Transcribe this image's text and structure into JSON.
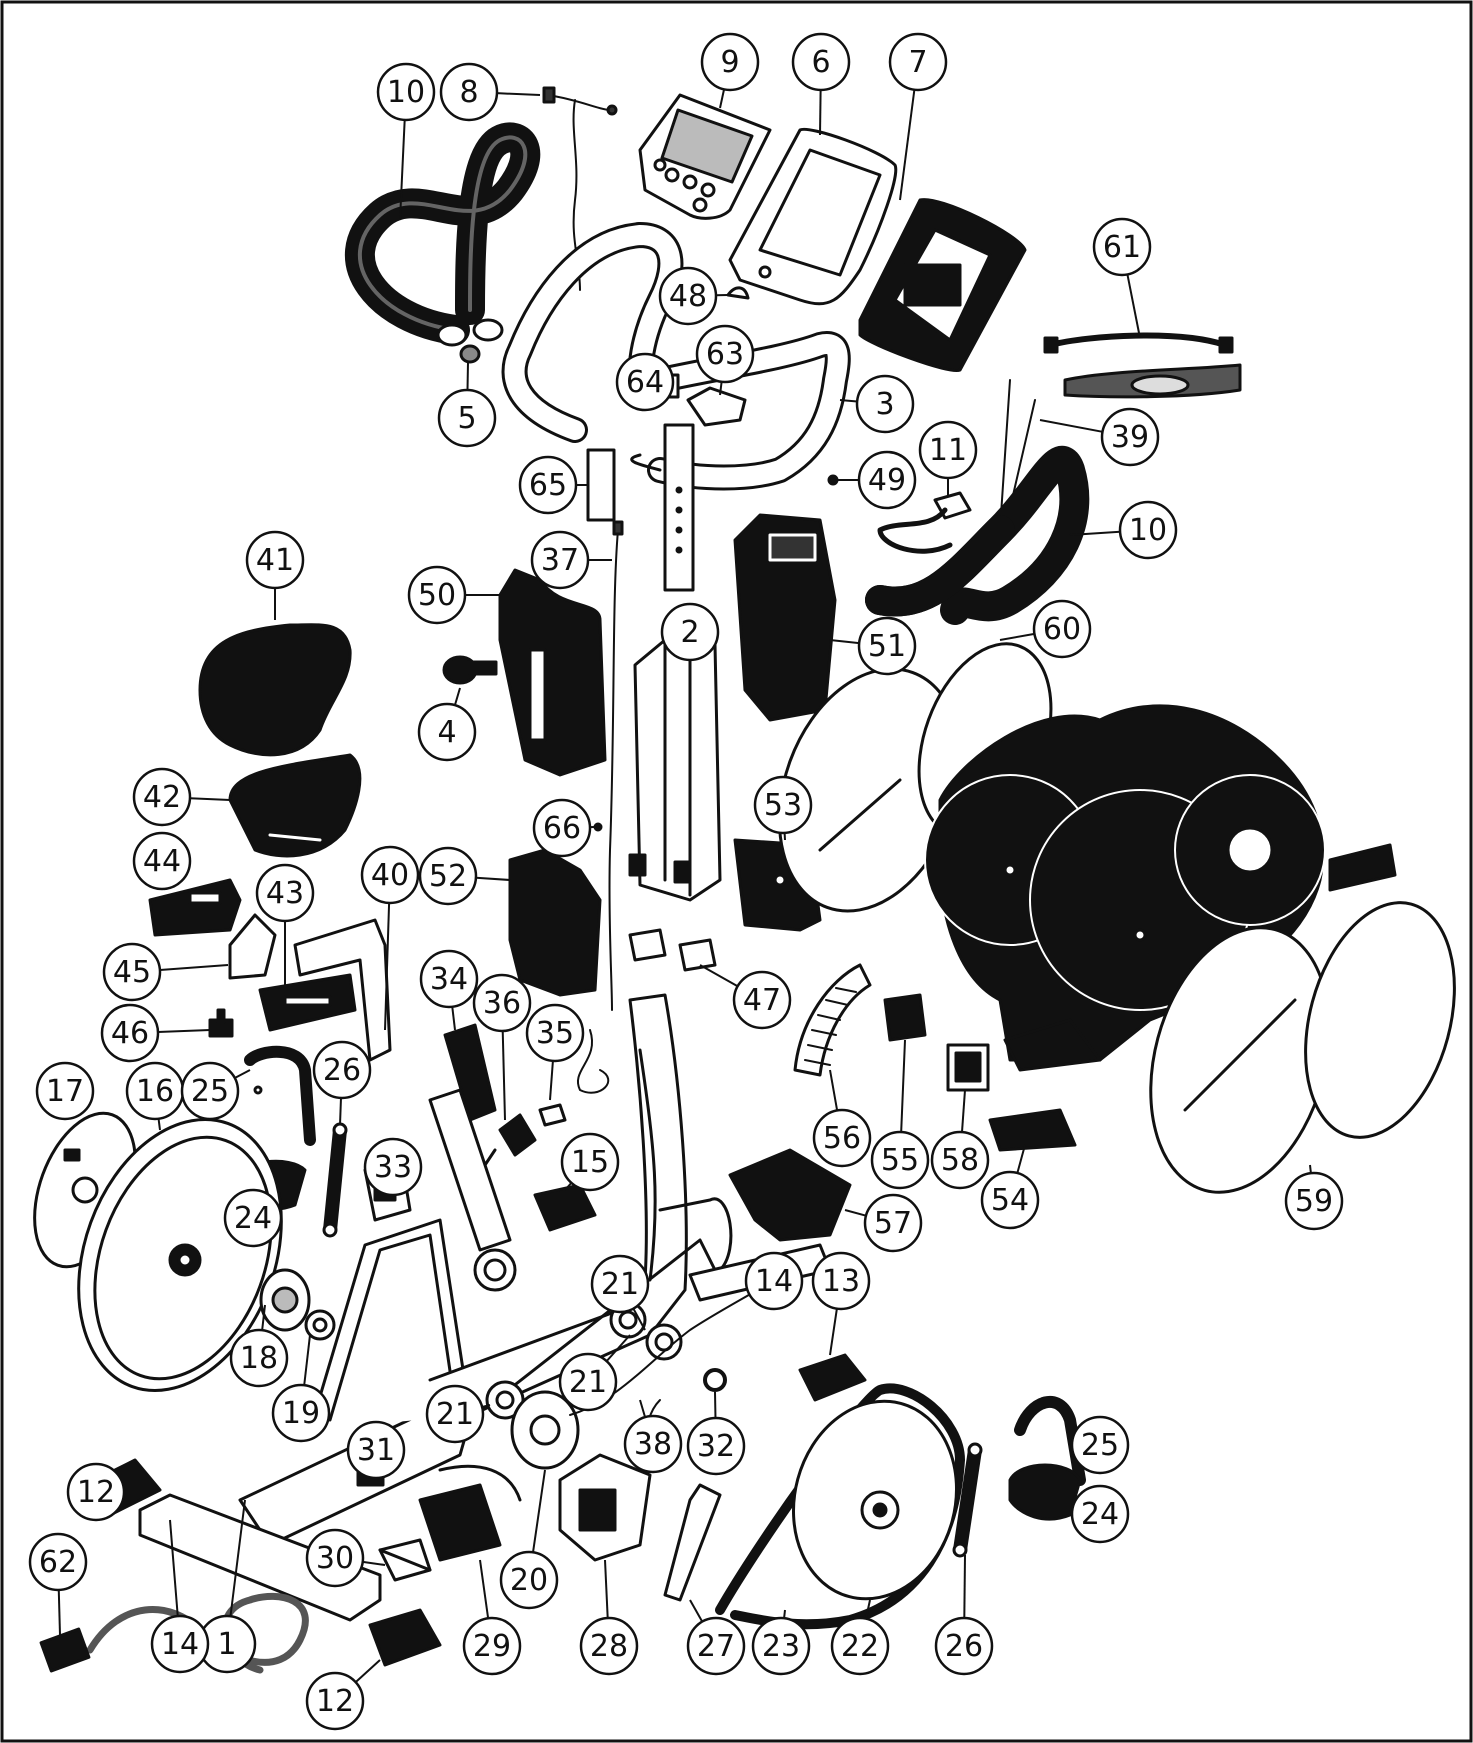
{
  "diagram": {
    "type": "exploded-parts-diagram",
    "callouts": [
      "1",
      "2",
      "3",
      "4",
      "5",
      "6",
      "7",
      "8",
      "9",
      "10",
      "10",
      "11",
      "12",
      "12",
      "13",
      "14",
      "14",
      "15",
      "16",
      "17",
      "18",
      "19",
      "20",
      "21",
      "21",
      "21",
      "22",
      "23",
      "24",
      "24",
      "25",
      "25",
      "26",
      "26",
      "27",
      "28",
      "29",
      "30",
      "31",
      "32",
      "33",
      "34",
      "35",
      "36",
      "37",
      "38",
      "39",
      "40",
      "41",
      "42",
      "43",
      "44",
      "45",
      "46",
      "47",
      "48",
      "49",
      "50",
      "51",
      "52",
      "53",
      "54",
      "55",
      "56",
      "57",
      "58",
      "59",
      "60",
      "61",
      "62",
      "63",
      "64",
      "65",
      "66"
    ]
  }
}
